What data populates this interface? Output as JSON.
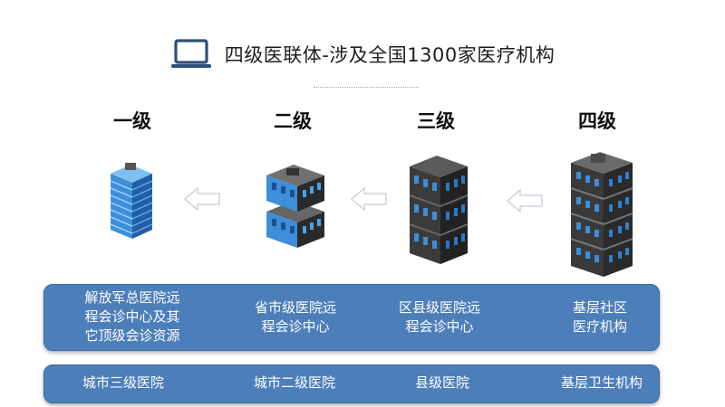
{
  "title": "四级医联体-涉及全国1300家医疗机构",
  "icons": {
    "title_icon": "laptop-icon",
    "arrow_icon": "arrow-left-icon",
    "building_icon": "building-icon"
  },
  "colors": {
    "band": "#4c7fba",
    "building_blue": "#3d8fd9",
    "building_dark": "#3a3a3a"
  },
  "levels": [
    {
      "label": "一级",
      "center": "解放军总医院远\n程会诊中心及其\n它顶级会诊资源",
      "hospital": "城市三级医院"
    },
    {
      "label": "二级",
      "center": "省市级医院远\n程会诊中心",
      "hospital": "城市二级医院"
    },
    {
      "label": "三级",
      "center": "区县级医院远\n程会诊中心",
      "hospital": "县级医院"
    },
    {
      "label": "四级",
      "center": "基层社区\n医疗机构",
      "hospital": "基层卫生机构"
    }
  ]
}
